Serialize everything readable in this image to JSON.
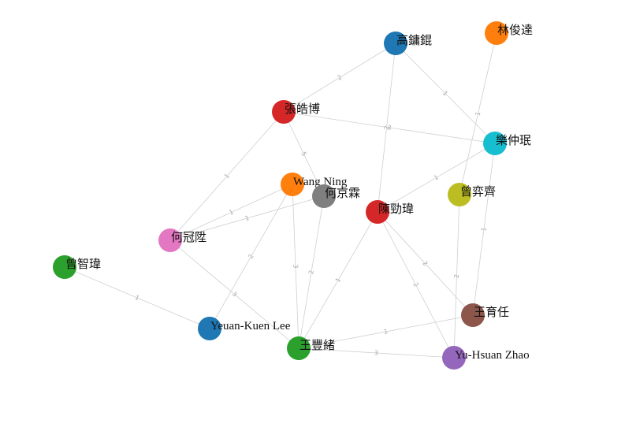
{
  "nodes": [
    {
      "id": "gao",
      "label": "高鏞錕",
      "color": "#1f77b4"
    },
    {
      "id": "lin",
      "label": "林俊達",
      "color": "#ff7f0e"
    },
    {
      "id": "zhang",
      "label": "張皓博",
      "color": "#d62728"
    },
    {
      "id": "le",
      "label": "樂仲珉",
      "color": "#17becf"
    },
    {
      "id": "wangning",
      "label": "Wang Ning",
      "color": "#ff7f0e"
    },
    {
      "id": "he_jing",
      "label": "何京霖",
      "color": "#7f7f7f"
    },
    {
      "id": "zeng_yi",
      "label": "曾弈齊",
      "color": "#bcbd22"
    },
    {
      "id": "chen",
      "label": "陳勁瑋",
      "color": "#d62728"
    },
    {
      "id": "he_guan",
      "label": "何冠陞",
      "color": "#e377c2"
    },
    {
      "id": "zeng_zhi",
      "label": "曾智瑋",
      "color": "#2ca02c"
    },
    {
      "id": "yeuan",
      "label": "Yeuan-Kuen Lee",
      "color": "#1f77b4"
    },
    {
      "id": "wang_yu",
      "label": "王育任",
      "color": "#8c564b"
    },
    {
      "id": "wang_feng",
      "label": "王豐緒",
      "color": "#2ca02c"
    },
    {
      "id": "zhao",
      "label": "Yu-Hsuan Zhao",
      "color": "#9467bd"
    }
  ],
  "edges": [
    {
      "source": "gao",
      "target": "zhang",
      "label": "2"
    },
    {
      "source": "gao",
      "target": "le",
      "label": "1"
    },
    {
      "source": "gao",
      "target": "chen",
      "label": "2"
    },
    {
      "source": "lin",
      "target": "zeng_yi",
      "label": "1"
    },
    {
      "source": "zhang",
      "target": "le",
      "label": "3"
    },
    {
      "source": "zhang",
      "target": "he_jing",
      "label": "5"
    },
    {
      "source": "zhang",
      "target": "he_guan",
      "label": "1"
    },
    {
      "source": "le",
      "target": "chen",
      "label": "1"
    },
    {
      "source": "le",
      "target": "wang_yu",
      "label": "1"
    },
    {
      "source": "wangning",
      "target": "he_guan",
      "label": "1"
    },
    {
      "source": "wangning",
      "target": "yeuan",
      "label": "2"
    },
    {
      "source": "wangning",
      "target": "wang_feng",
      "label": "3"
    },
    {
      "source": "he_jing",
      "target": "he_guan",
      "label": "1"
    },
    {
      "source": "he_jing",
      "target": "wang_feng",
      "label": "2"
    },
    {
      "source": "zeng_yi",
      "target": "zhao",
      "label": "2"
    },
    {
      "source": "chen",
      "target": "wang_feng",
      "label": "1"
    },
    {
      "source": "chen",
      "target": "wang_yu",
      "label": "2"
    },
    {
      "source": "chen",
      "target": "zhao",
      "label": "2"
    },
    {
      "source": "he_guan",
      "target": "wang_feng",
      "label": "3"
    },
    {
      "source": "zeng_zhi",
      "target": "yeuan",
      "label": "1"
    },
    {
      "source": "wang_yu",
      "target": "wang_feng",
      "label": "1"
    },
    {
      "source": "wang_feng",
      "target": "zhao",
      "label": "3"
    }
  ]
}
